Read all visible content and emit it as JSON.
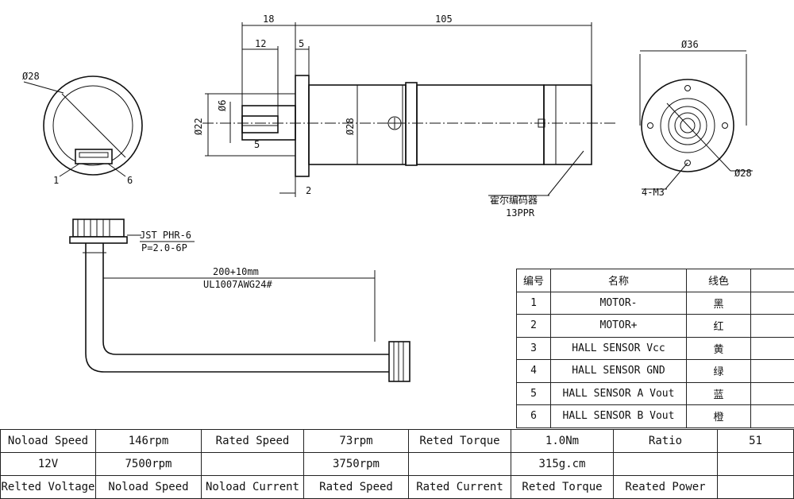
{
  "dimensions": {
    "front_diameter": "Ø28",
    "pin_1": "1",
    "pin_6": "6",
    "len_18": "18",
    "len_12": "12",
    "len_5_top": "5",
    "len_105": "105",
    "shaft_d6": "Ø6",
    "boss_d22": "Ø22",
    "flat_5": "5",
    "body_d28": "Ø28",
    "len_2": "2",
    "rear_d36": "Ø36",
    "rear_d28": "Ø28",
    "holes_m3": "4-M3"
  },
  "encoder": {
    "name": "霍尔编码器",
    "ppr": "13PPR"
  },
  "connector": {
    "type": "JST PHR-6",
    "pitch": "P=2.0-6P",
    "cable_length": "200+10mm",
    "cable_spec": "UL1007AWG24#"
  },
  "wire_table": {
    "headers": [
      "编号",
      "名称",
      "线色",
      ""
    ],
    "rows": [
      {
        "no": "1",
        "name": "MOTOR-",
        "color": "黑"
      },
      {
        "no": "2",
        "name": "MOTOR+",
        "color": "红"
      },
      {
        "no": "3",
        "name": "HALL SENSOR Vcc",
        "color": "黄"
      },
      {
        "no": "4",
        "name": "HALL SENSOR GND",
        "color": "绿"
      },
      {
        "no": "5",
        "name": "HALL SENSOR A Vout",
        "color": "蓝"
      },
      {
        "no": "6",
        "name": "HALL SENSOR B Vout",
        "color": "橙"
      }
    ]
  },
  "spec_table": {
    "row1": [
      "Noload Speed",
      "146rpm",
      "Rated Speed",
      "73rpm",
      "Reted Torque",
      "1.0Nm",
      "Ratio",
      "51"
    ],
    "row2": [
      "12V",
      "7500rpm",
      "",
      "3750rpm",
      "",
      "315g.cm",
      "",
      ""
    ],
    "row3": [
      "Relted Voltage",
      "Noload Speed",
      "Noload Current",
      "Rated Speed",
      "Rated Current",
      "Reted Torque",
      "Reated Power",
      ""
    ]
  }
}
